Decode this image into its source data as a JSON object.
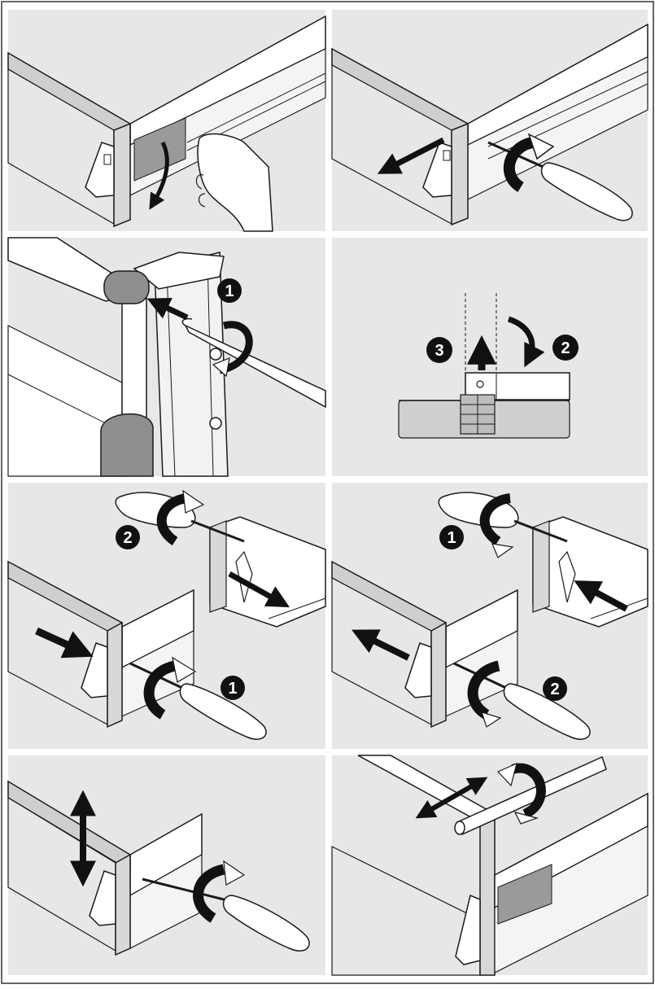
{
  "panels": [
    {
      "id": "remove-front-cover",
      "step_labels": []
    },
    {
      "id": "pull-front-out",
      "step_labels": []
    },
    {
      "id": "release-clip",
      "step_labels": [
        "1"
      ]
    },
    {
      "id": "lift-and-rotate",
      "step_labels": [
        "2",
        "3"
      ]
    },
    {
      "id": "adjust-height-in",
      "step_labels": [
        "1",
        "2"
      ]
    },
    {
      "id": "adjust-height-out",
      "step_labels": [
        "1",
        "2"
      ]
    },
    {
      "id": "vertical-adjust",
      "step_labels": []
    },
    {
      "id": "rail-adjust",
      "step_labels": []
    }
  ],
  "colors": {
    "panel_bg": "#e7e7e7",
    "line": "#1a1a1a",
    "face": "#ffffff",
    "gray_part": "#9a9a9a",
    "arrow": "#111111"
  }
}
